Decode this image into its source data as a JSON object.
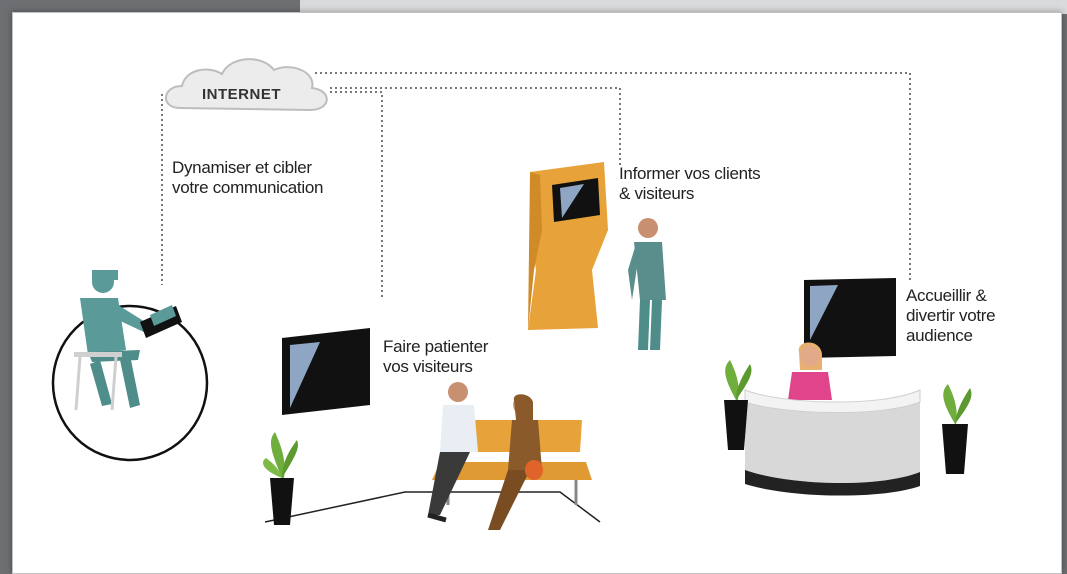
{
  "internet": {
    "label": "INTERNET"
  },
  "captions": {
    "remote": "Dynamiser et cibler\nvotre communication",
    "waiting": "Faire patienter\nvos visiteurs",
    "kiosk": "Informer vos clients\n& visiteurs",
    "reception": "Accueillir &\ndivertir votre\naudience"
  },
  "colors": {
    "background": "#6d6f72",
    "panel": "#ffffff",
    "kiosk": "#e8a23a",
    "bench": "#e8a23a",
    "person_teal": "#5a9a98",
    "screen": "#111111",
    "plant_leaf": "#6fae3c"
  }
}
